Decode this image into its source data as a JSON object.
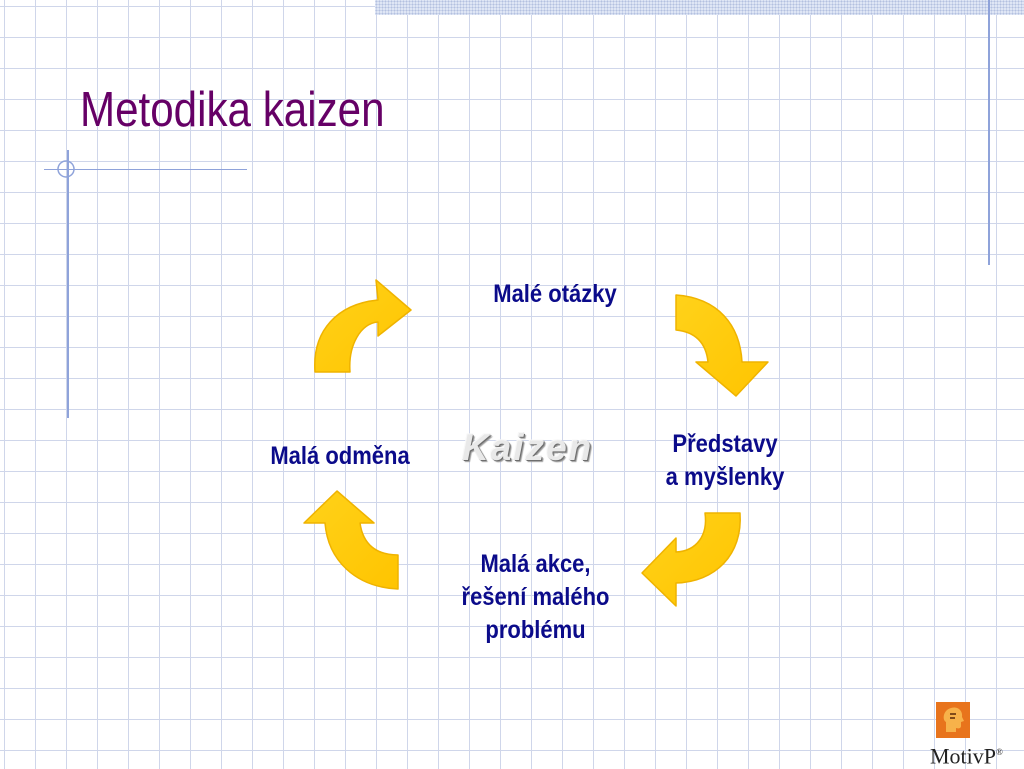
{
  "slide": {
    "title": "Metodika kaizen"
  },
  "cycle": {
    "center": "Kaizen",
    "steps": [
      {
        "lines": [
          "Malé otázky"
        ]
      },
      {
        "lines": [
          "Představy",
          "a myšlenky"
        ]
      },
      {
        "lines": [
          "Malá akce,",
          "řešení malého",
          "problému"
        ]
      },
      {
        "lines": [
          "Malá odměna"
        ]
      }
    ],
    "arrow_color": "#ffcc00",
    "arrow_outline": "#f0b400",
    "label_color": "#0b0b8a"
  },
  "logo": {
    "text": "MotivP",
    "mark": "registered"
  },
  "colors": {
    "title": "#660066",
    "accent_rules": "#8fa3da",
    "grid": "#cfd6ea"
  }
}
